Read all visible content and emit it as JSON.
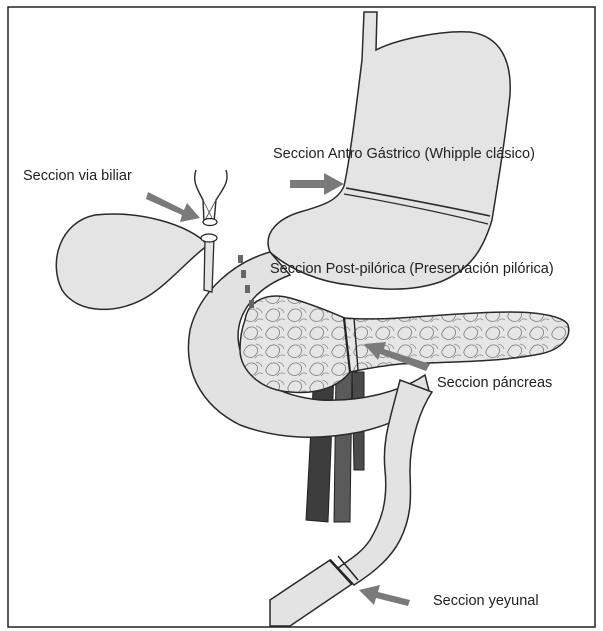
{
  "labels": {
    "biliar": "Seccion via biliar",
    "antro": "Seccion Antro Gástrico (Whipple clásico)",
    "post_pilorica": "Seccion Post-pilórica (Preservación pilórica)",
    "pancreas": "Seccion páncreas",
    "yeyunal": "Seccion yeyunal"
  },
  "colors": {
    "organ_fill": "#e3e3e3",
    "outline": "#2a2a2a",
    "arrow": "#7a7a7a",
    "vessel": "#3a3a3a"
  }
}
